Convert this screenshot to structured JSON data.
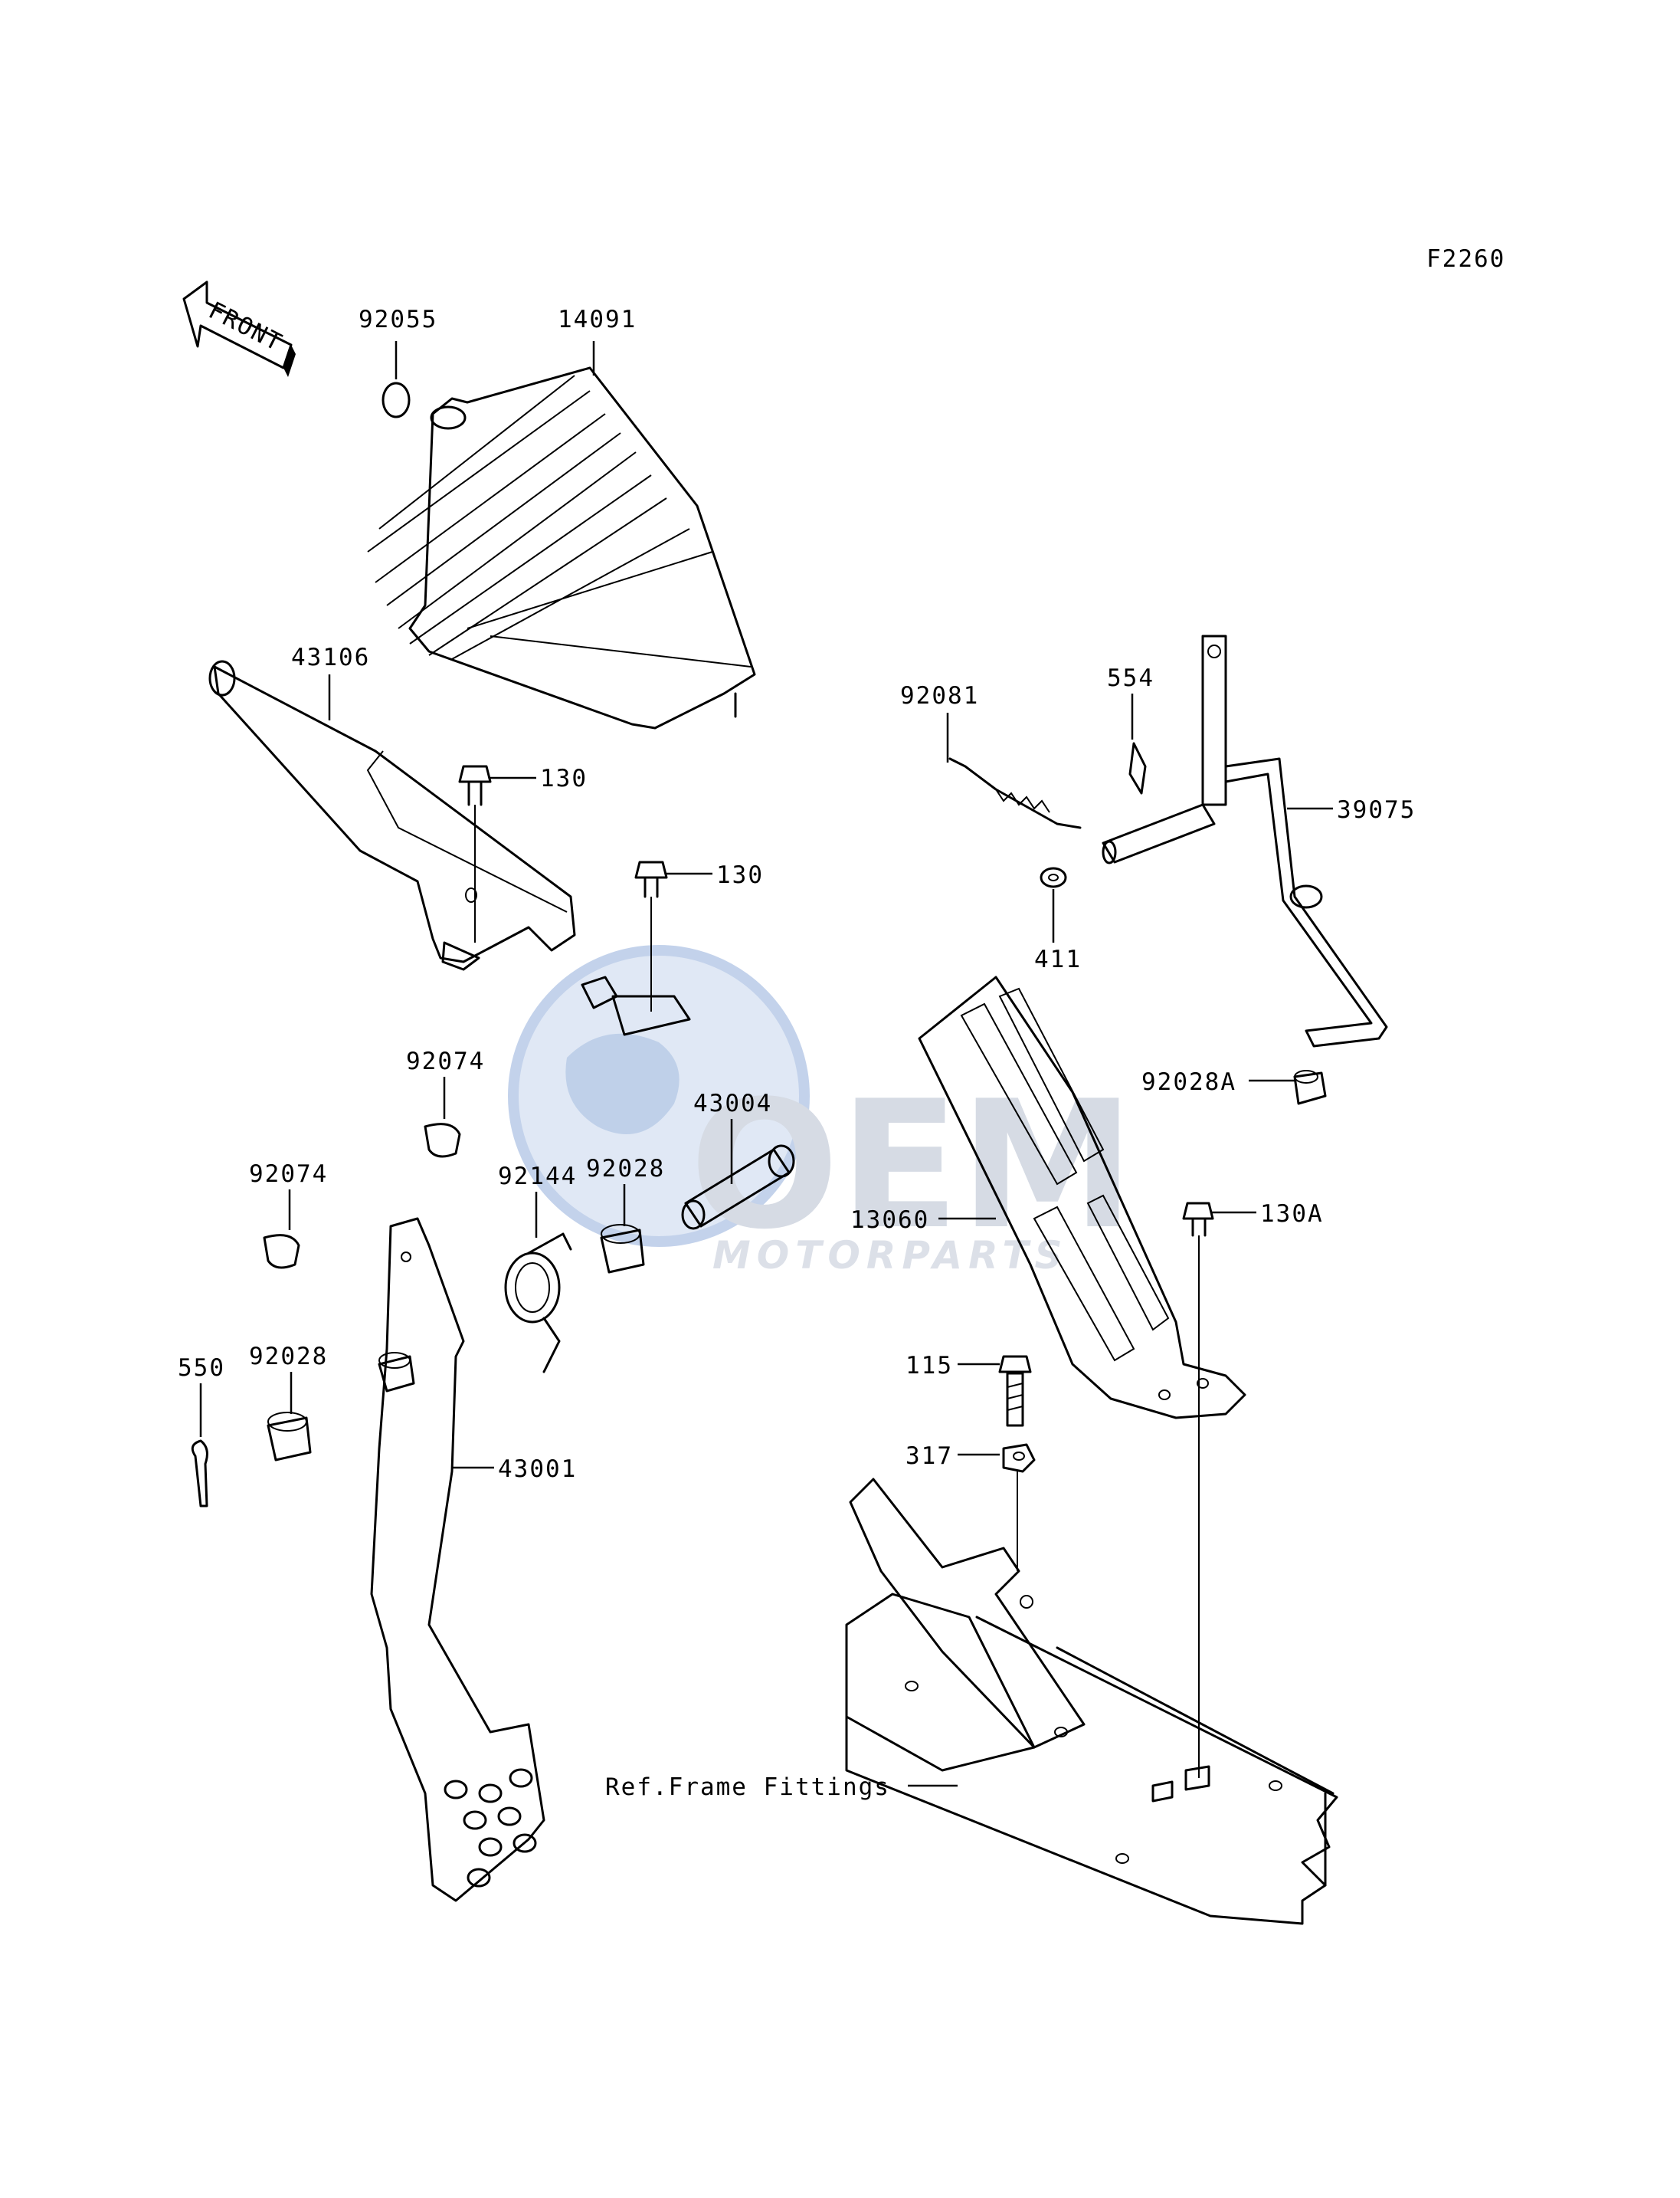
{
  "figure_code": "F2260",
  "front_arrow_label": "FRONT",
  "watermark": {
    "brand": "OEM",
    "tagline": "MOTORPARTS",
    "colors": {
      "globe": "#c6d6ee",
      "brand": "#d4d9e3"
    }
  },
  "parts": {
    "p92055": "92055",
    "p14091": "14091",
    "p43106": "43106",
    "p130_a": "130",
    "p130_b": "130",
    "p92081": "92081",
    "p554": "554",
    "p39075": "39075",
    "p411": "411",
    "p92074_a": "92074",
    "p92074_b": "92074",
    "p43004": "43004",
    "p92144": "92144",
    "p92028_a": "92028",
    "p92028_b": "92028",
    "p92028A": "92028A",
    "p13060": "13060",
    "p130A": "130A",
    "p550": "550",
    "p115": "115",
    "p317": "317",
    "p43001": "43001",
    "ref_frame": "Ref.Frame Fittings"
  }
}
